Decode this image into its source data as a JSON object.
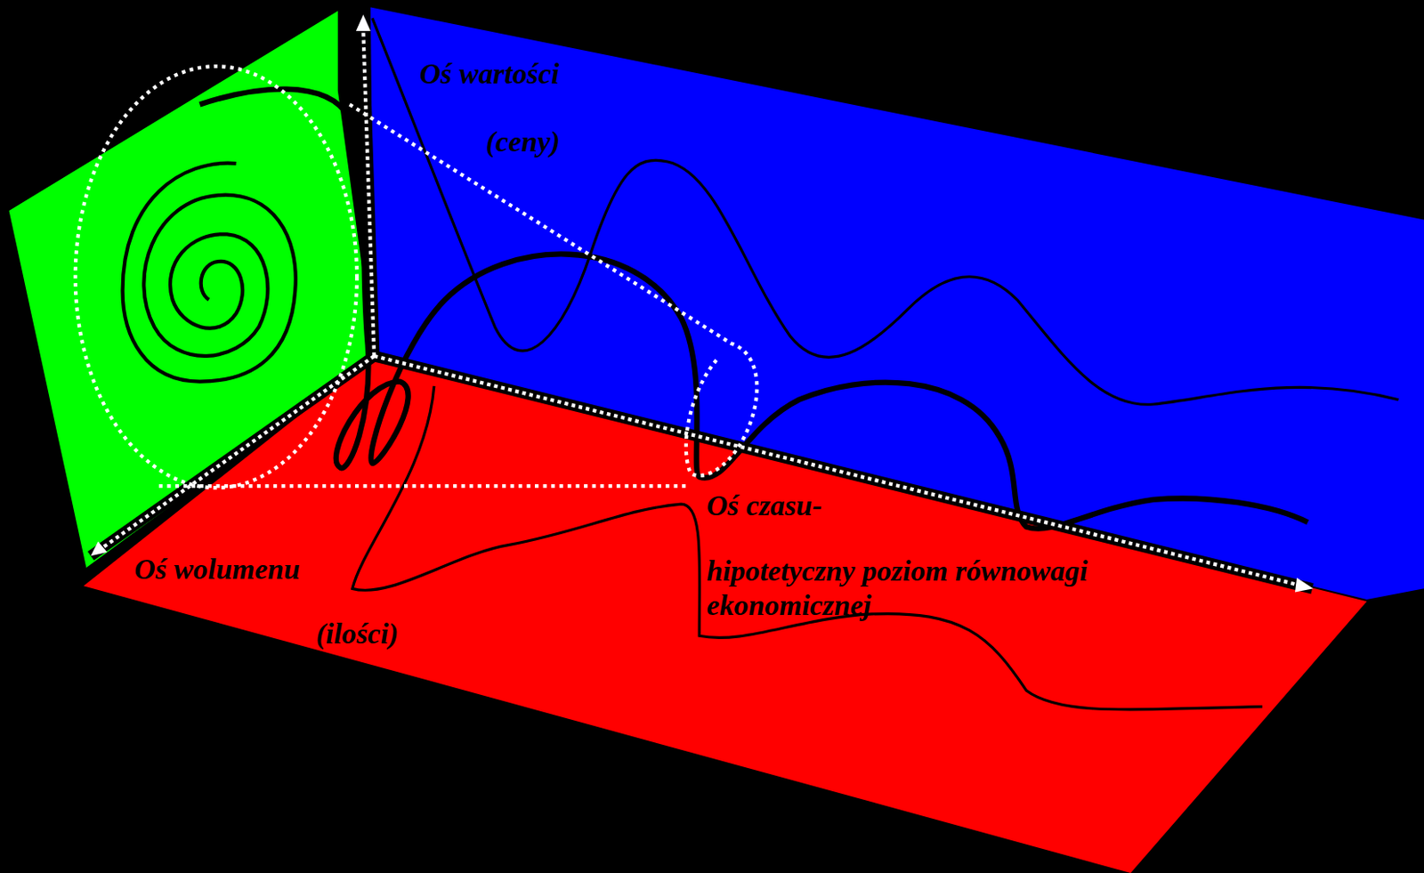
{
  "diagram": {
    "labels": [
      "Oś wartości",
      "(ceny)",
      "Oś czasu-",
      "hipotetyczny poziom równowagi ekonomicznej",
      "Oś wolumenu",
      "(ilości)"
    ]
  }
}
